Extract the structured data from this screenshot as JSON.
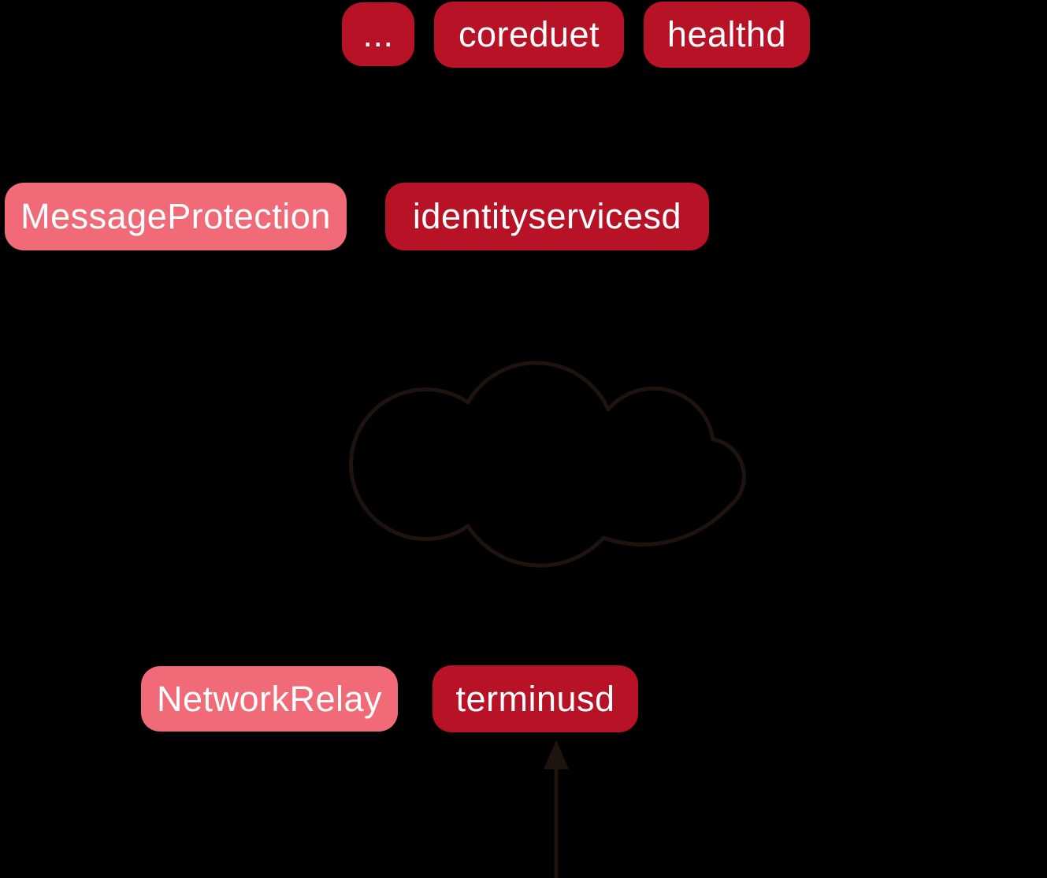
{
  "diagram": {
    "background": "#000000",
    "colors": {
      "dark_red": "#b81226",
      "light_pink": "#f06b77",
      "text": "#ffffff",
      "outline": "#1e130f"
    },
    "nodes": {
      "ellipsis": {
        "label": "...",
        "color": "#b81226"
      },
      "coreduet": {
        "label": "coreduet",
        "color": "#b81226"
      },
      "healthd": {
        "label": "healthd",
        "color": "#b81226"
      },
      "message_protection": {
        "label": "MessageProtection",
        "color": "#f06b77"
      },
      "identityservicesd": {
        "label": "identityservicesd",
        "color": "#b81226"
      },
      "network_relay": {
        "label": "NetworkRelay",
        "color": "#f06b77"
      },
      "terminusd": {
        "label": "terminusd",
        "color": "#b81226"
      }
    },
    "icons": {
      "cloud": "cloud-outline-shape",
      "arrow": "upward-arrow-into-terminusd"
    }
  }
}
